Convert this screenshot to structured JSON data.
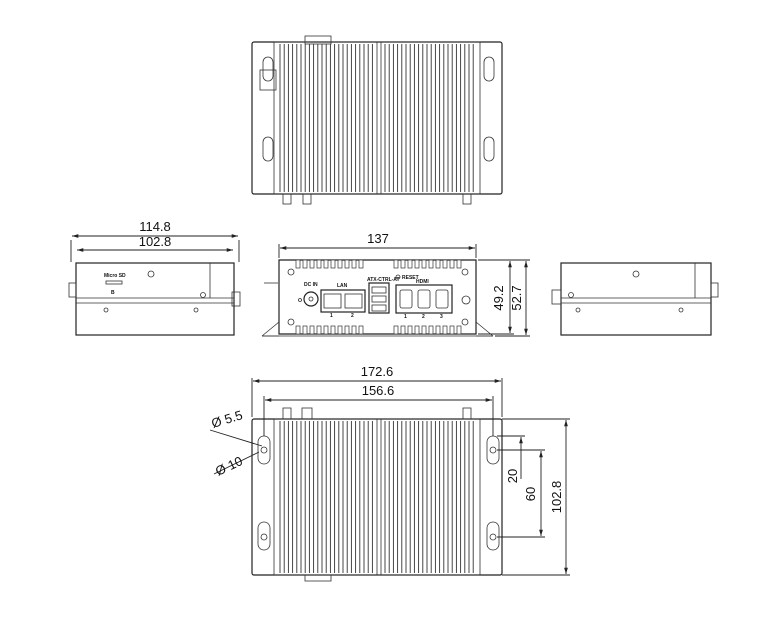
{
  "dimensions": {
    "side_outer": "114.8",
    "side_inner": "102.8",
    "front_width": "137",
    "front_height_inner": "49.2",
    "front_height_outer": "52.7",
    "bottom_outer": "172.6",
    "bottom_inner": "156.6",
    "hole_small": "Ø 5.5",
    "hole_large": "Ø 10",
    "slot_offset": "20",
    "slot_spacing": "60",
    "mount_height": "102.8"
  },
  "port_labels": {
    "dc_in": "DC IN",
    "lan": "LAN",
    "lan_1": "1",
    "lan_2": "2",
    "usb": "ATX-CTRL-AT",
    "reset": "RESET",
    "hdmi": "HDMI",
    "hdmi_1": "1",
    "hdmi_2": "2",
    "hdmi_3": "3",
    "micro_sd": "Micro SD",
    "micro_sd_b": "B"
  }
}
